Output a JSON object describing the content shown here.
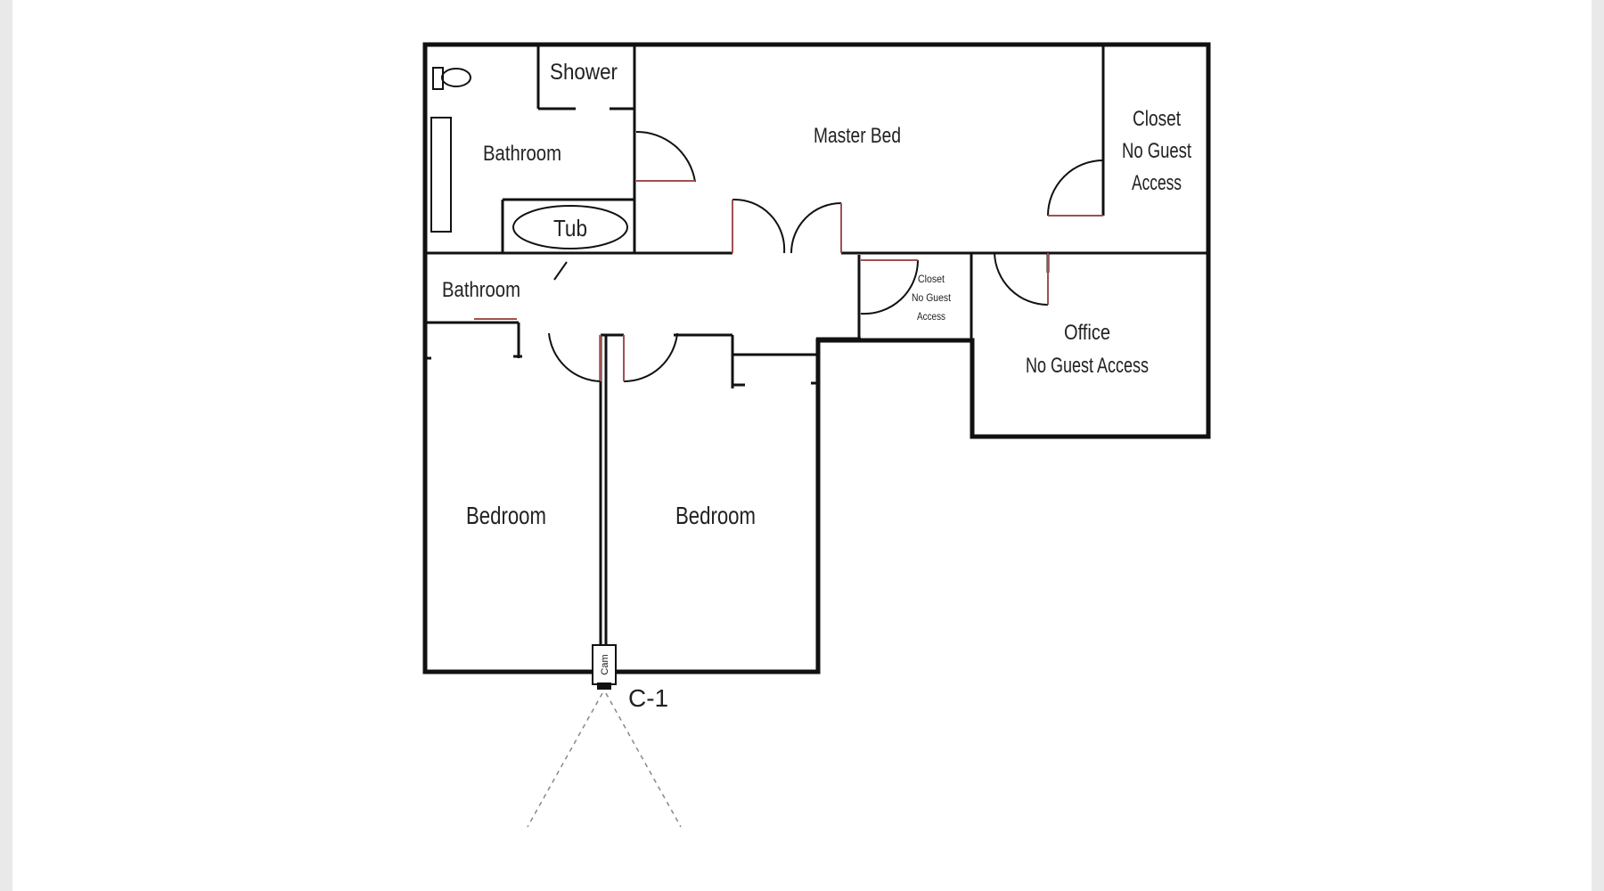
{
  "rooms": {
    "bathroom_upper": "Bathroom",
    "shower": "Shower",
    "tub": "Tub",
    "master_bed": "Master Bed",
    "closet_master_line1": "Closet",
    "closet_master_line2": "No Guest",
    "closet_master_line3": "Access",
    "bathroom_hall": "Bathroom",
    "closet_small_line1": "Closet",
    "closet_small_line2": "No Guest",
    "closet_small_line3": "Access",
    "office_line1": "Office",
    "office_line2": "No Guest Access",
    "bedroom_left": "Bedroom",
    "bedroom_right": "Bedroom"
  },
  "camera": {
    "icon_text": "Cam",
    "label": "C-1"
  },
  "colors": {
    "wall": "#111111",
    "door_jamb": "#a05050",
    "fov": "#888888",
    "text": "#222222"
  }
}
